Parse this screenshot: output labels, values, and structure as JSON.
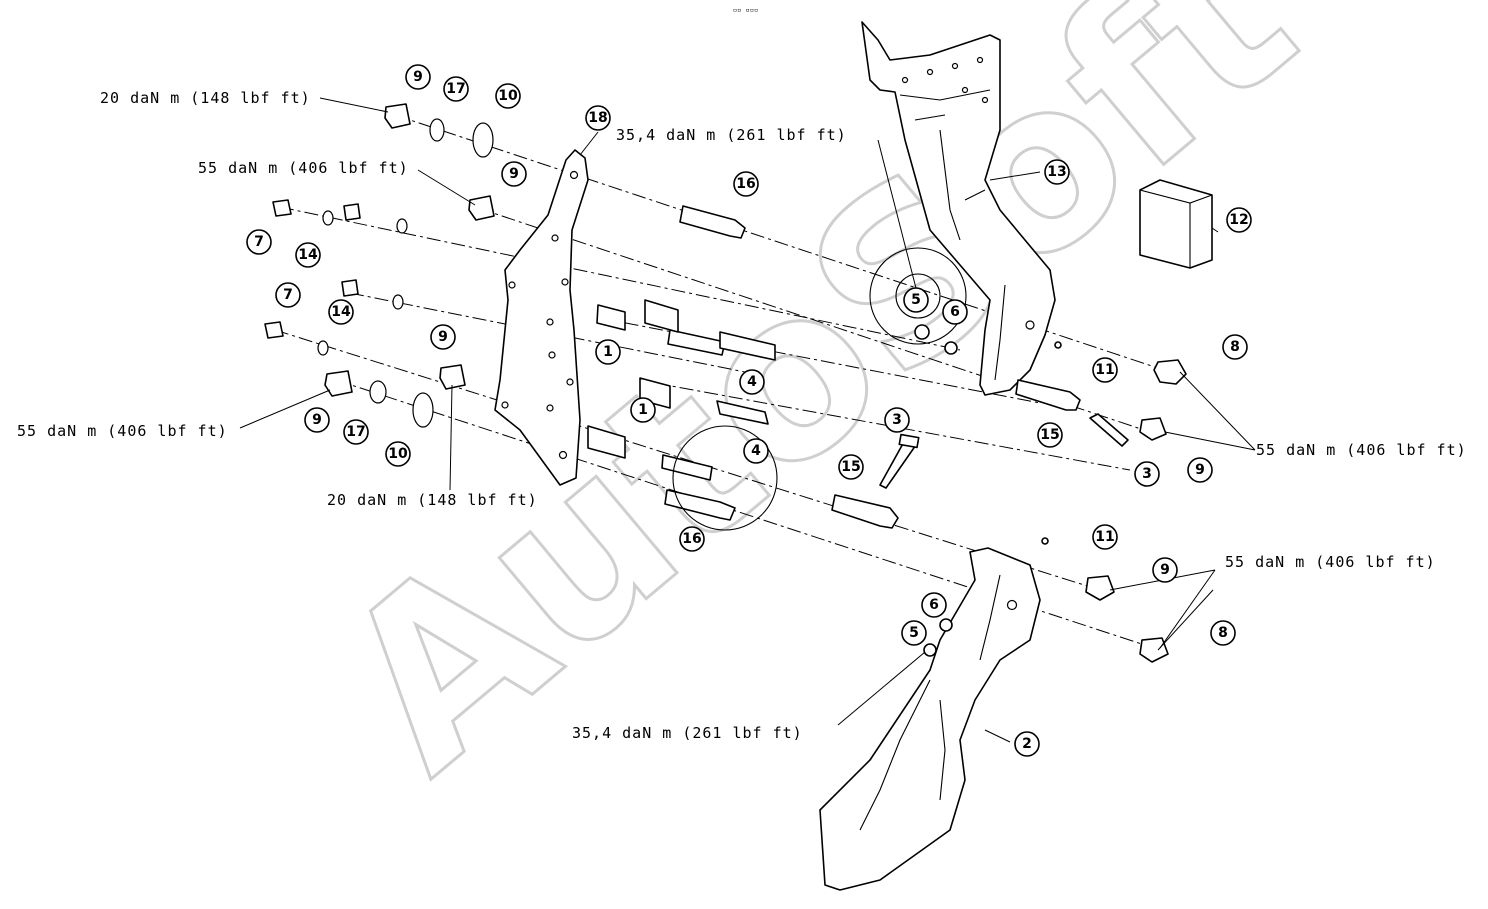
{
  "figure_id": "▫▫ ▫▫▫",
  "watermark": "AutoSoft",
  "torques": {
    "t_20_top": "20 daN m (148 lbf ft)",
    "t_55_upper": "55 daN m (406 lbf ft)",
    "t_35_top": "35,4 daN m (261 lbf ft)",
    "t_55_left": "55 daN m (406 lbf ft)",
    "t_20_bottom": "20 daN m (148 lbf ft)",
    "t_55_right_upper": "55 daN m (406 lbf ft)",
    "t_55_right_lower": "55 daN m (406 lbf ft)",
    "t_35_bottom": "35,4 daN m (261 lbf ft)"
  },
  "balloons": [
    "1",
    "2",
    "3",
    "4",
    "5",
    "6",
    "7",
    "8",
    "9",
    "10",
    "11",
    "12",
    "13",
    "14",
    "15",
    "16",
    "17",
    "18"
  ]
}
